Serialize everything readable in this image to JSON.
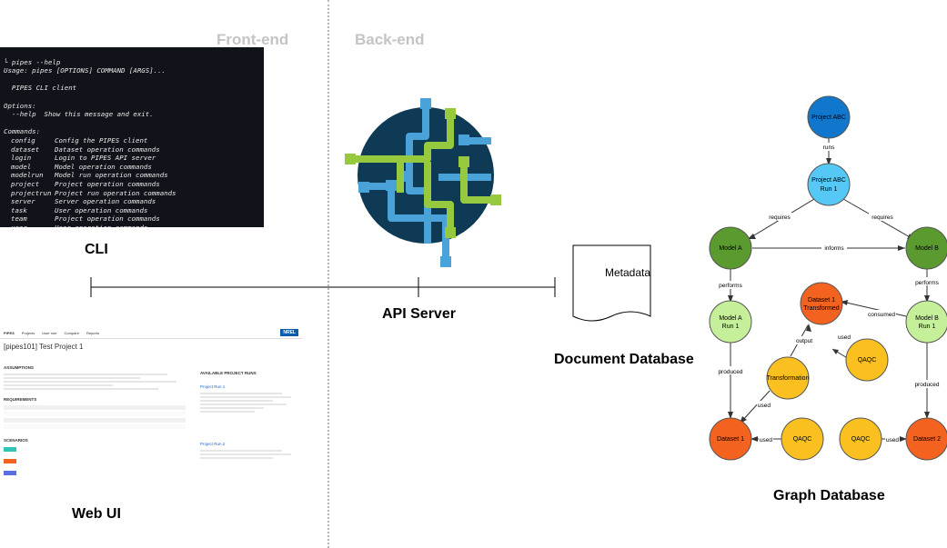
{
  "zones": {
    "frontend": "Front-end",
    "backend": "Back-end"
  },
  "captions": {
    "cli": "CLI",
    "webui": "Web UI",
    "api": "API Server",
    "docdb": "Document Database",
    "graphdb": "Graph Database",
    "metadata": "Metadata"
  },
  "terminal": {
    "prompt": "└ pipes --help",
    "usage": "Usage: pipes [OPTIONS] COMMAND [ARGS]...",
    "desc": "  PIPES CLI client",
    "options_header": "Options:",
    "option_help": "  --help  Show this message and exit.",
    "commands_header": "Commands:",
    "commands": [
      {
        "name": "config",
        "desc": "Config the PIPES client"
      },
      {
        "name": "dataset",
        "desc": "Dataset operation commands"
      },
      {
        "name": "login",
        "desc": "Login to PIPES API server"
      },
      {
        "name": "model",
        "desc": "Model operation commands"
      },
      {
        "name": "modelrun",
        "desc": "Model run operation commands"
      },
      {
        "name": "project",
        "desc": "Project operation commands"
      },
      {
        "name": "projectrun",
        "desc": "Project run operation commands"
      },
      {
        "name": "server",
        "desc": "Server operation commands"
      },
      {
        "name": "task",
        "desc": "User operation commands"
      },
      {
        "name": "team",
        "desc": "Project operation commands"
      },
      {
        "name": "user",
        "desc": "User operation commands"
      }
    ]
  },
  "webui": {
    "brand": "PIPES",
    "nav": [
      "Projects",
      "User role",
      "Compare",
      "Reports"
    ],
    "logo": "NREL",
    "title": "[pipes101] Test Project 1",
    "assumptions": "ASSUMPTIONS",
    "requirements": "REQUIREMENTS",
    "scenarios": "SCENARIOS",
    "available_runs": "AVAILABLE PROJECT RUNS",
    "run1": "Project Run 1",
    "run2": "Project Run 2"
  },
  "graph": {
    "nodes": {
      "project": "Project ABC",
      "project_run_l1": "Project ABC",
      "project_run_l2": "Run 1",
      "model_a": "Model A",
      "model_b": "Model B",
      "model_a_run_l1": "Model A",
      "model_a_run_l2": "Run 1",
      "model_b_run_l1": "Model B",
      "model_b_run_l2": "Run 1",
      "ds_transformed_l1": "Dataset 1",
      "ds_transformed_l2": "Transformed",
      "transformation": "Transformation",
      "qaqc_top": "QAQC",
      "qaqc_left": "QAQC",
      "qaqc_right": "QAQC",
      "dataset1": "Dataset 1",
      "dataset2": "Dataset 2"
    },
    "edges": {
      "runs": "runs",
      "requires_left": "requires",
      "requires_right": "requires",
      "informs": "informs",
      "performs_left": "performs",
      "performs_right": "performs",
      "produced_left": "produced",
      "produced_right": "produced",
      "consumed": "consumed",
      "output": "output",
      "used_top": "used",
      "used_trans": "used",
      "used_left": "used",
      "used_right": "used"
    }
  },
  "colors": {
    "project": "#1177cc",
    "run": "#55c8f5",
    "model": "#5a9a2e",
    "model_run": "#c6ef9a",
    "dataset": "#f4621f",
    "qaqc": "#f9c01f",
    "api_bg": "#0f3a56",
    "api_blue": "#4aa3d8",
    "api_green": "#96c93d"
  }
}
